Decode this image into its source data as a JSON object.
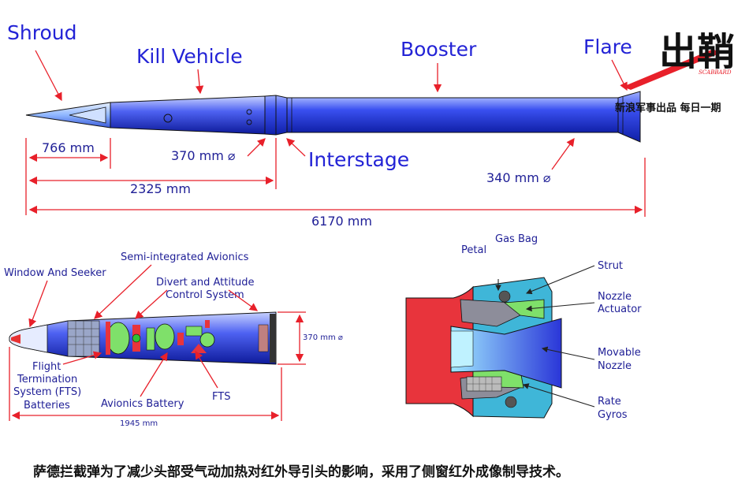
{
  "top_view": {
    "labels": {
      "shroud": "Shroud",
      "kill_vehicle": "Kill Vehicle",
      "booster": "Booster",
      "flare": "Flare",
      "interstage": "Interstage"
    },
    "dimensions": {
      "shroud_len": "766 mm",
      "kv_diameter": "370 mm ⌀",
      "kv_len": "2325 mm",
      "booster_diameter": "340 mm ⌀",
      "total_len": "6170 mm"
    }
  },
  "kv_detail": {
    "labels": {
      "window_seeker": "Window And Seeker",
      "avionics": "Semi-integrated Avionics",
      "dacs_line1": "Divert and Attitude",
      "dacs_line2": "Control System",
      "fts_batt_line1": "Flight",
      "fts_batt_line2": "Termination",
      "fts_batt_line3": "System (FTS)",
      "fts_batt_line4": "Batteries",
      "avionics_battery": "Avionics Battery",
      "fts": "FTS"
    },
    "dimensions": {
      "diameter": "370 mm ⌀",
      "length": "1945 mm"
    }
  },
  "nozzle_detail": {
    "labels": {
      "gas_bag": "Gas Bag",
      "petal": "Petal",
      "strut": "Strut",
      "nozzle_actuator_line1": "Nozzle",
      "nozzle_actuator_line2": "Actuator",
      "movable_nozzle_line1": "Movable",
      "movable_nozzle_line2": "Nozzle",
      "rate_gyros_line1": "Rate",
      "rate_gyros_line2": "Gyros"
    }
  },
  "logo": {
    "title": "出鞘",
    "subtitle": "SCABBARD",
    "tagline": "新浪军事出品 每日一期"
  },
  "caption": "萨德拦截弹为了减少头部受气动加热对红外导引头的影响，采用了侧窗红外成像制导技术。",
  "colors": {
    "body_blue": "#2b3fe0",
    "label_blue": "#2323d6",
    "dimension_red": "#e8202a",
    "nozzle_red": "#e8343c",
    "component_green": "#7fe06a"
  }
}
